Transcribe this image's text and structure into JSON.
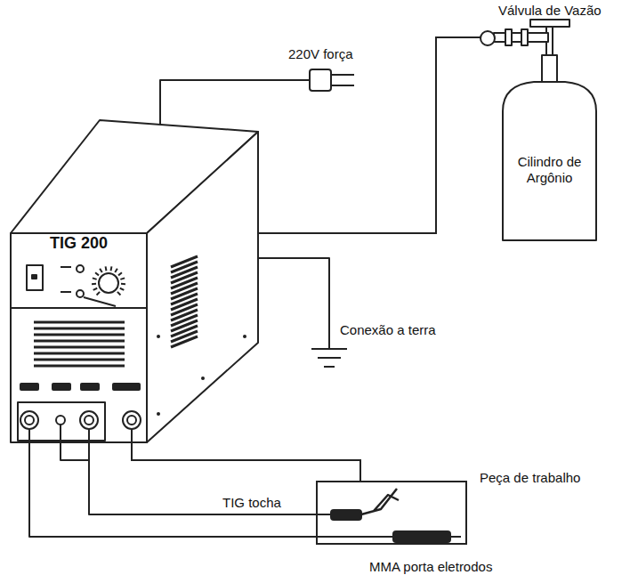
{
  "diagram": {
    "nodes": [
      {
        "text": [
          "TIG 200"
        ]
      },
      {
        "text": [
          "Cilindro de Argônio"
        ]
      },
      {
        "text": [
          "Peça de trabalho"
        ]
      }
    ],
    "edges": [
      {
        "from": 0,
        "to": 1,
        "arrow": "none"
      },
      {
        "from": 0,
        "to": 2,
        "arrow": "none"
      }
    ],
    "labels": [
      "Válvula de Vazão",
      "220V força",
      "Conexão a terra",
      "TIG tocha",
      "MMA porta eletrodos"
    ]
  }
}
